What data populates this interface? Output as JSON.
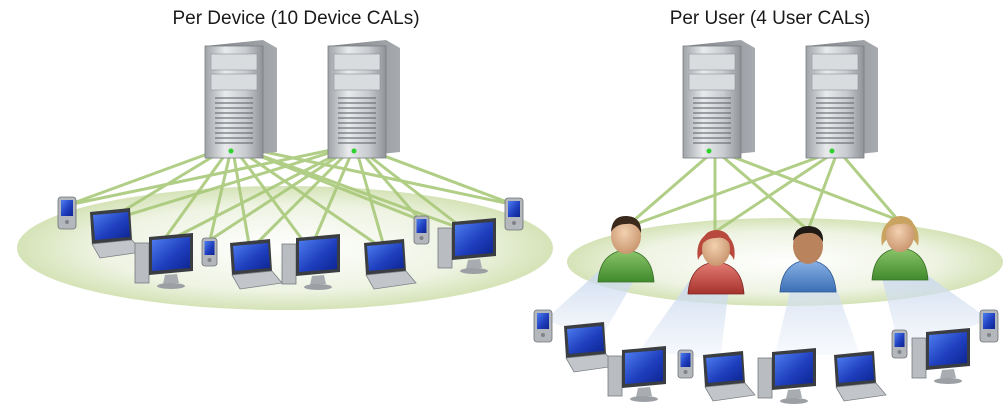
{
  "left_panel": {
    "title": "Per Device (10 Device CALs)",
    "servers": 2,
    "devices": [
      {
        "kind": "pda"
      },
      {
        "kind": "laptop"
      },
      {
        "kind": "desktop"
      },
      {
        "kind": "pda"
      },
      {
        "kind": "laptop"
      },
      {
        "kind": "desktop"
      },
      {
        "kind": "laptop"
      },
      {
        "kind": "pda"
      },
      {
        "kind": "desktop"
      },
      {
        "kind": "pda"
      }
    ]
  },
  "right_panel": {
    "title": "Per User (4 User CALs)",
    "servers": 2,
    "users": [
      {
        "shirt": "green",
        "hair": "brown"
      },
      {
        "shirt": "red",
        "hair": "red"
      },
      {
        "shirt": "blue",
        "hair": "dark"
      },
      {
        "shirt": "green",
        "hair": "blonde"
      }
    ],
    "devices": [
      {
        "kind": "pda"
      },
      {
        "kind": "laptop"
      },
      {
        "kind": "desktop"
      },
      {
        "kind": "pda"
      },
      {
        "kind": "laptop"
      },
      {
        "kind": "desktop"
      },
      {
        "kind": "laptop"
      },
      {
        "kind": "pda"
      },
      {
        "kind": "desktop"
      },
      {
        "kind": "pda"
      }
    ]
  },
  "colors": {
    "connection_line": "#a9c97a",
    "ground_ellipse": "#dfe9c8",
    "beam": "#b9cbe6",
    "screen": "#2446c8",
    "server_body": "#c9ccd0"
  },
  "icons": [
    "server-icon",
    "laptop-icon",
    "desktop-icon",
    "pda-icon",
    "user-icon"
  ]
}
